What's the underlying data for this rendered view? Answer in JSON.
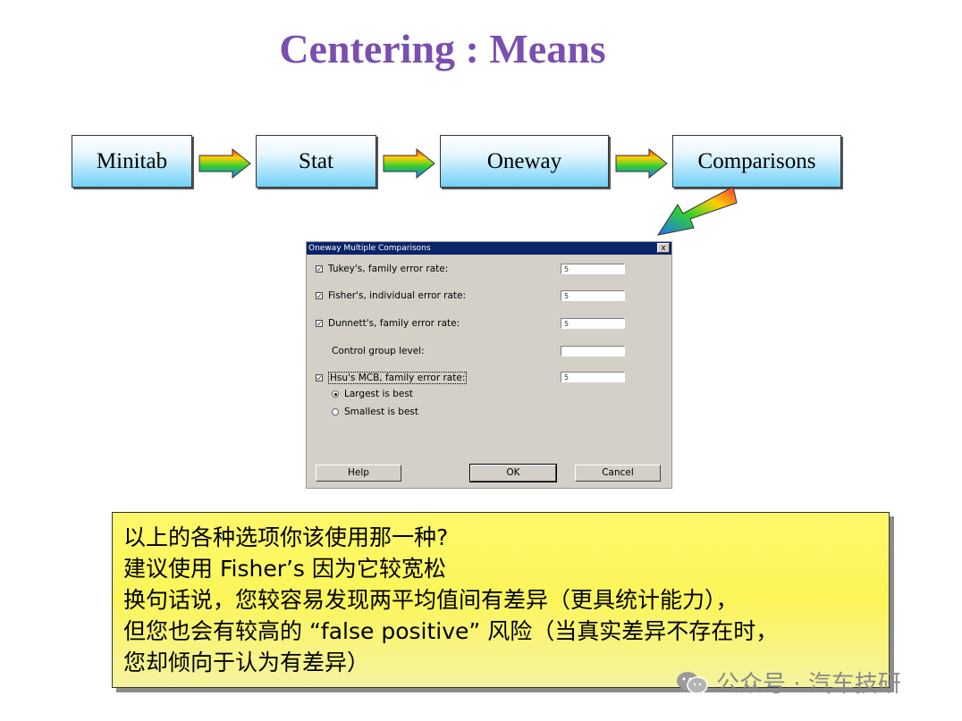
{
  "title": "Centering : Means",
  "flow": [
    "Minitab",
    "Stat",
    "Oneway",
    "Comparisons"
  ],
  "dialog": {
    "title": "Oneway Multiple Comparisons",
    "close": "x",
    "options": [
      {
        "label": "Tukey's, family error rate:",
        "checked": true,
        "value": "5"
      },
      {
        "label": "Fisher's, individual error rate:",
        "checked": true,
        "value": "5"
      },
      {
        "label": "Dunnett's, family error rate:",
        "checked": true,
        "value": "5"
      },
      {
        "label": "Control group level:",
        "value": ""
      },
      {
        "label": "Hsu's MCB, family error rate:",
        "checked": true,
        "value": "5"
      }
    ],
    "radios": [
      {
        "label": "Largest is best",
        "selected": true
      },
      {
        "label": "Smallest is best",
        "selected": false
      }
    ],
    "buttons": {
      "help": "Help",
      "ok": "OK",
      "cancel": "Cancel"
    }
  },
  "note": {
    "lines": [
      "以上的各种选项你该使用那一种?",
      "建议使用 Fisher’s 因为它较宽松",
      "换句话说，您较容易发现两平均值间有差异（更具统计能力），",
      "但您也会有较高的 “false positive” 风险（当真实差异不存在时，",
      "您却倾向于认为有差异）"
    ]
  },
  "watermark": "公众号 · 汽车技研"
}
